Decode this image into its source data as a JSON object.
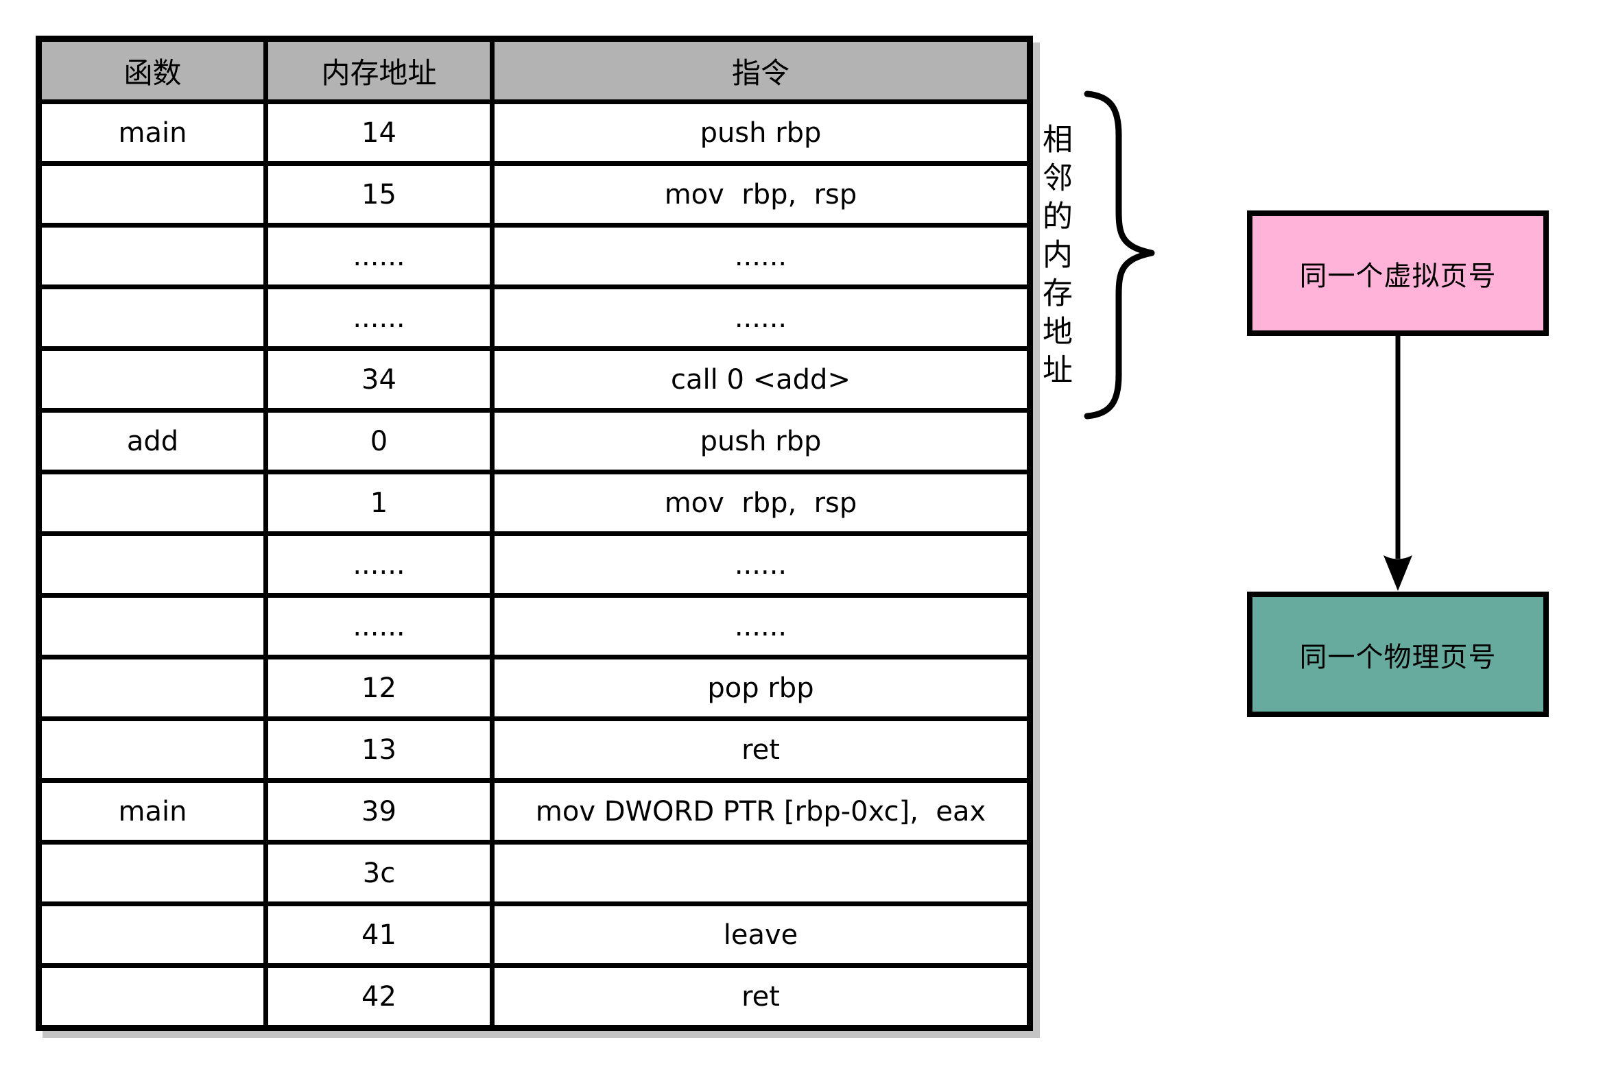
{
  "table": {
    "headers": [
      "函数",
      "内存地址",
      "指令"
    ],
    "rows": [
      {
        "func": "main",
        "addr": "14",
        "instr": "push rbp"
      },
      {
        "func": "",
        "addr": "15",
        "instr": "mov  rbp,  rsp"
      },
      {
        "func": "",
        "addr": "......",
        "instr": "......"
      },
      {
        "func": "",
        "addr": "......",
        "instr": "......"
      },
      {
        "func": "",
        "addr": "34",
        "instr": "call 0 <add>"
      },
      {
        "func": "add",
        "addr": "0",
        "instr": "push rbp"
      },
      {
        "func": "",
        "addr": "1",
        "instr": "mov  rbp,  rsp"
      },
      {
        "func": "",
        "addr": "......",
        "instr": "......"
      },
      {
        "func": "",
        "addr": "......",
        "instr": "......"
      },
      {
        "func": "",
        "addr": "12",
        "instr": "pop rbp"
      },
      {
        "func": "",
        "addr": "13",
        "instr": "ret"
      },
      {
        "func": "main",
        "addr": "39",
        "instr": "mov DWORD PTR [rbp-0xc],  eax"
      },
      {
        "func": "",
        "addr": "3c",
        "instr": ""
      },
      {
        "func": "",
        "addr": "41",
        "instr": "leave"
      },
      {
        "func": "",
        "addr": "42",
        "instr": "ret"
      }
    ]
  },
  "annotation": {
    "brace_label": "相邻的内存地址"
  },
  "diagram": {
    "virtual_box": {
      "label": "同一个虚拟页号",
      "color": "#ffb3d9"
    },
    "physical_box": {
      "label": "同一个物理页号",
      "color": "#67ab9f"
    }
  },
  "colors": {
    "header_bg": "#b3b3b3",
    "border": "#000000",
    "table_shadow": "#c4c4c4"
  }
}
